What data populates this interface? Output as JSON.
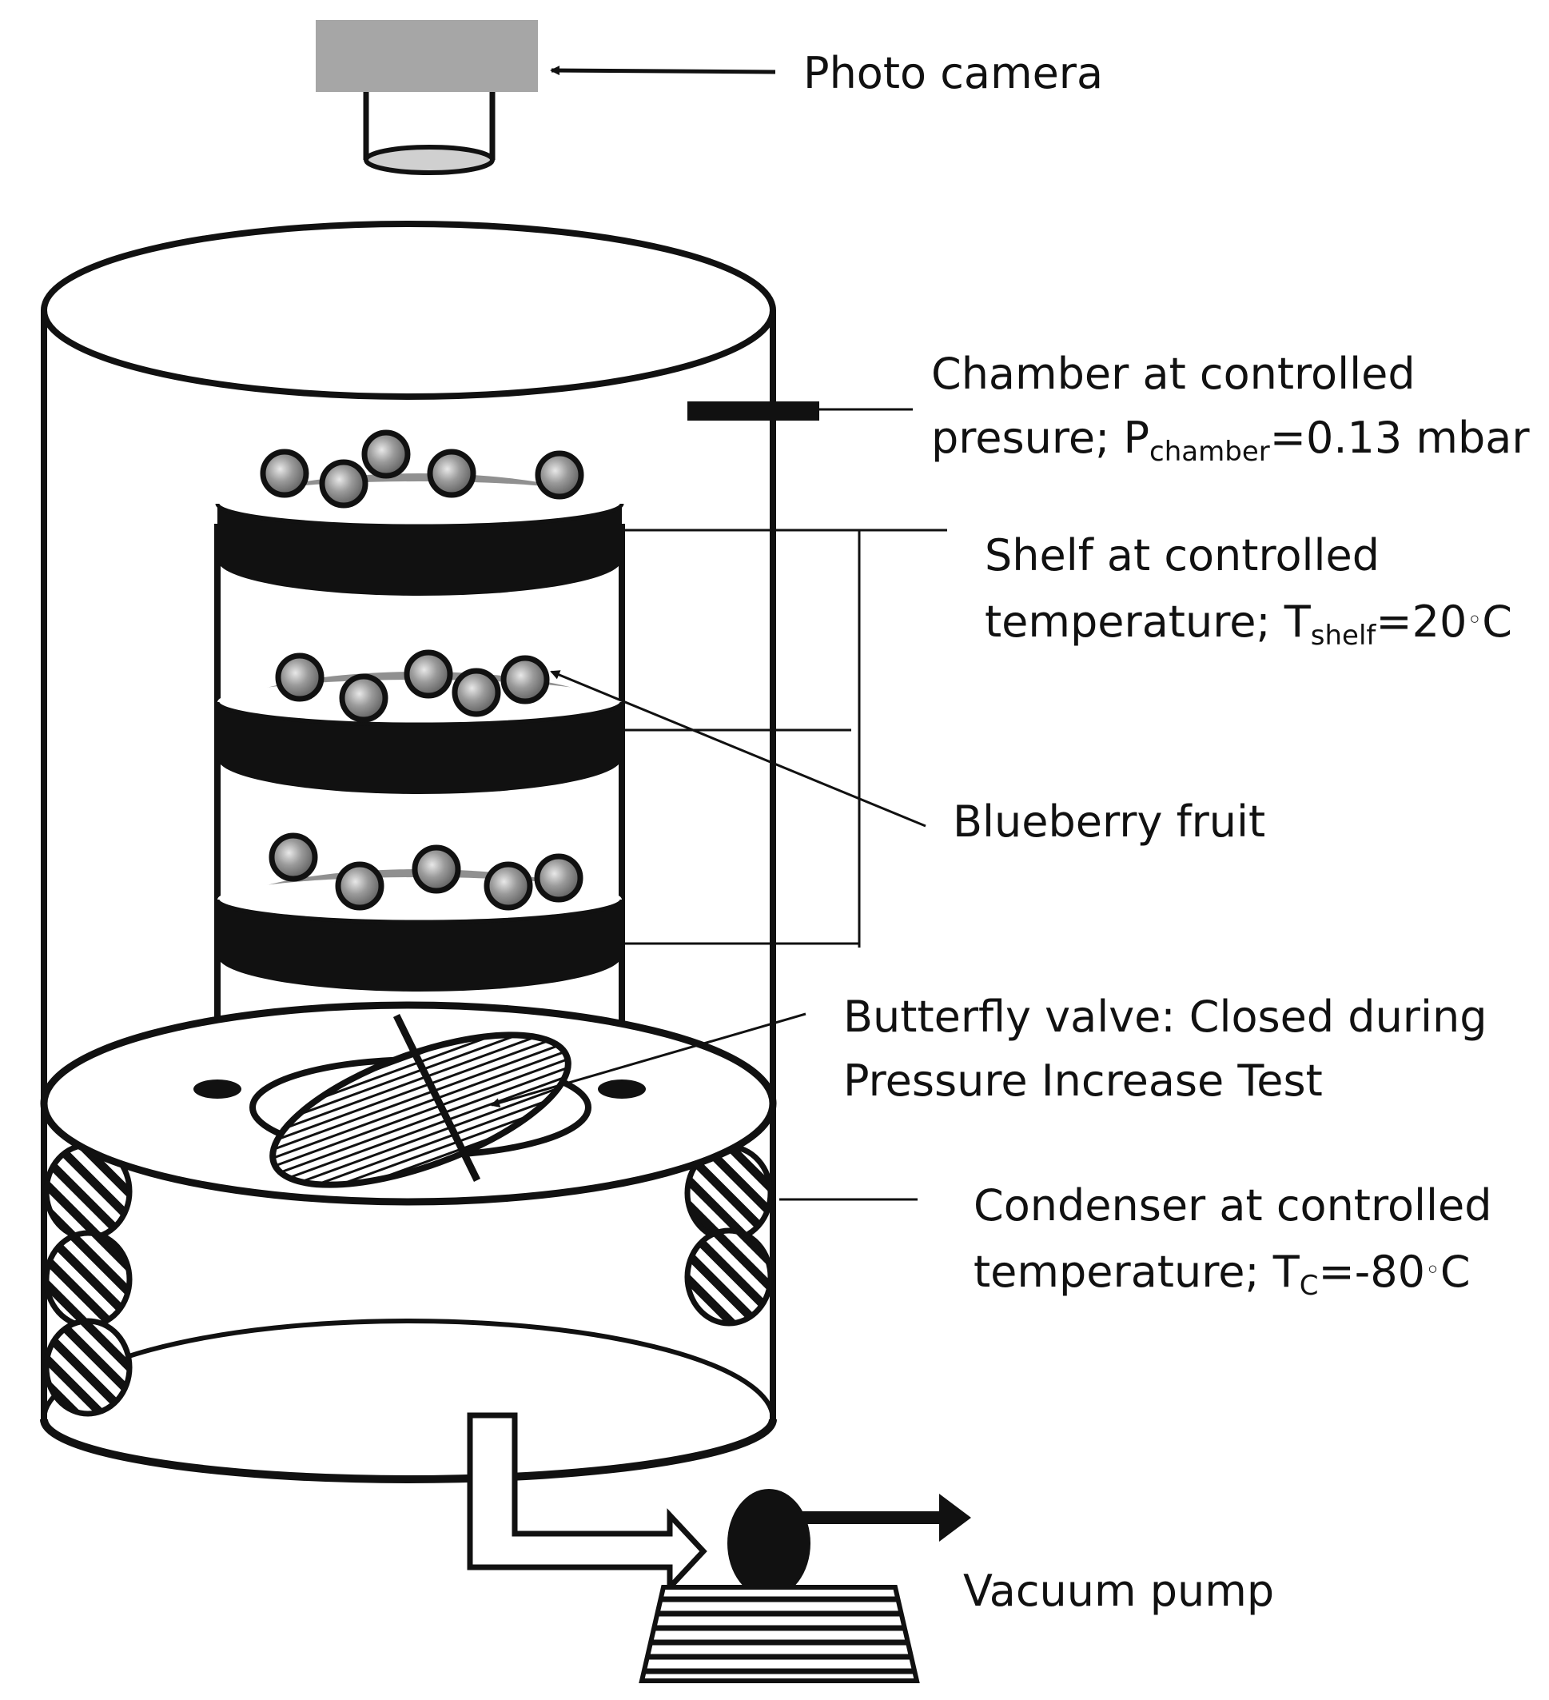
{
  "labels": {
    "camera": "Photo camera",
    "chamber_line1": "Chamber at controlled",
    "chamber_line2_pre": "presure; P",
    "chamber_sub": "chamber",
    "chamber_line2_post": "=0.13 mbar",
    "shelf_line1": "Shelf at controlled",
    "shelf_line2_pre": "temperature; T",
    "shelf_sub": "shelf",
    "shelf_line2_post": "=20",
    "shelf_unit": "C",
    "fruit": "Blueberry fruit",
    "valve_line1": "Butterfly valve: Closed during",
    "valve_line2": "Pressure Increase Test",
    "condenser_line1": "Condenser at controlled",
    "condenser_line2_pre": "temperature; T",
    "condenser_sub": "C",
    "condenser_line2_post": "=-80",
    "condenser_unit": "C",
    "degree_glyph": "◦",
    "pump": "Vacuum pump"
  },
  "colors": {
    "ink": "#111111",
    "camera_body": "#a6a6a6",
    "camera_lens": "#d0d0d0",
    "tray": "#909090",
    "background": "#ffffff"
  }
}
